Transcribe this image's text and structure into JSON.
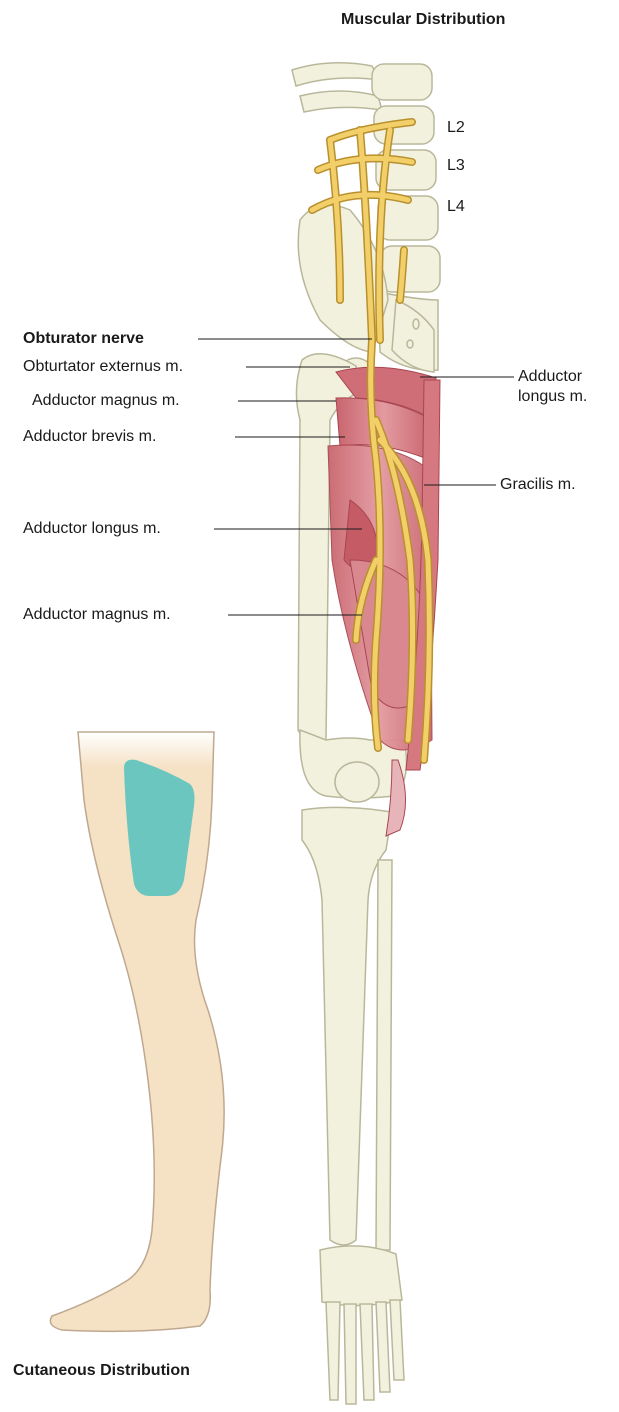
{
  "title": "Muscular Distribution",
  "nerve_roots": [
    "L2",
    "L3",
    "L4"
  ],
  "nerve_label": "Obturator nerve",
  "left_labels": [
    "Obturtator externus m.",
    "Adductor magnus m.",
    "Adductor brevis m.",
    "Adductor longus m.",
    "Adductor magnus m."
  ],
  "right_labels": {
    "adductor_longus_line1": "Adductor",
    "adductor_longus_line2": "longus m.",
    "gracilis": "Gracilis m."
  },
  "cutaneous_title": "Cutaneous Distribution",
  "colors": {
    "bone": "#f2f1de",
    "bone_outline": "#b9b79a",
    "nerve": "#f3cf6a",
    "nerve_outline": "#b8902e",
    "muscle": "#d77f86",
    "skin": "#f5e1c4",
    "cutaneous_area": "#6cc6c0"
  }
}
